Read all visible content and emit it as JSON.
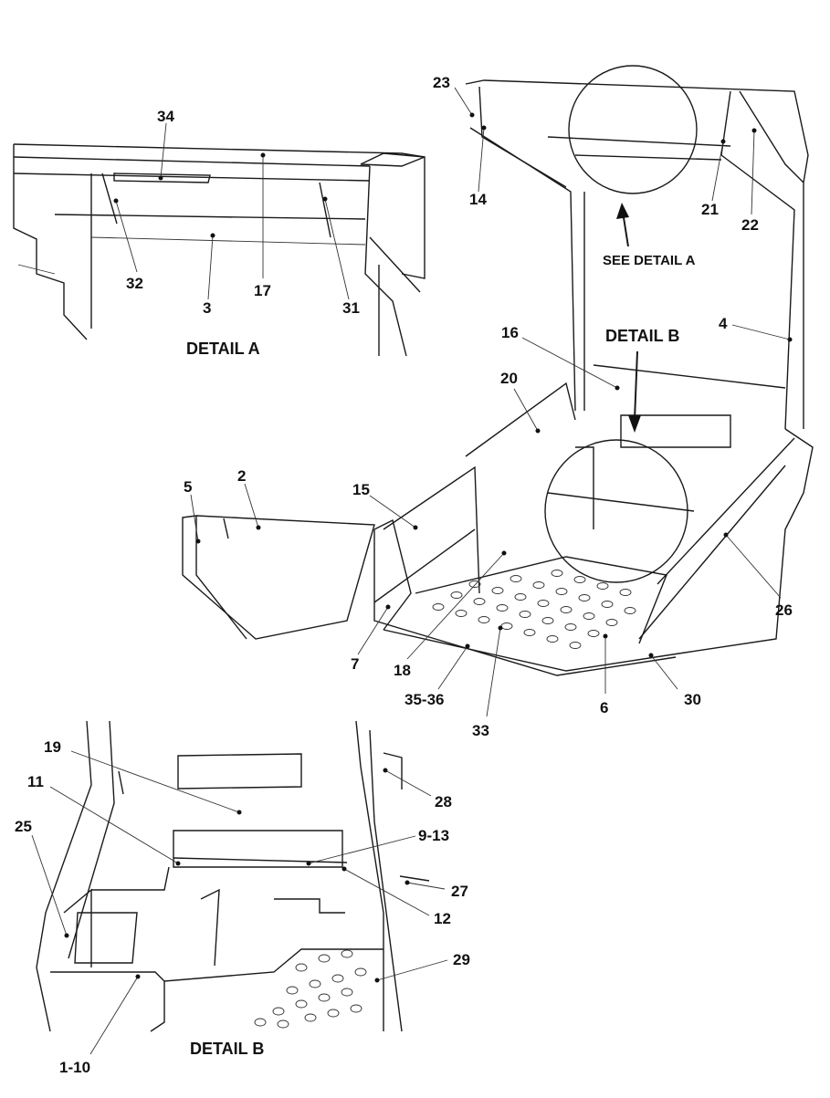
{
  "captions": {
    "detail_a": "DETAIL A",
    "detail_b": "DETAIL B",
    "see_detail_a": "SEE DETAIL A",
    "detail_b_label": "DETAIL B"
  },
  "callouts_detail_a": [
    "34",
    "17",
    "32",
    "3",
    "31"
  ],
  "callouts_main": [
    "23",
    "14",
    "21",
    "22",
    "4",
    "16",
    "20",
    "2",
    "5",
    "15",
    "26",
    "7",
    "18",
    "35-36",
    "33",
    "6",
    "30"
  ],
  "callouts_detail_b": [
    "19",
    "11",
    "25",
    "9-13",
    "28",
    "27",
    "12",
    "29",
    "1-10"
  ]
}
